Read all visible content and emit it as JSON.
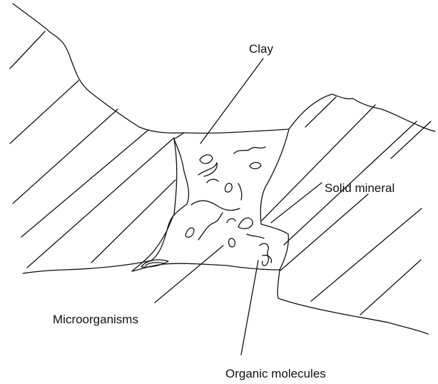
{
  "labels": {
    "clay": "Clay",
    "solid_mineral": "Solid mineral",
    "microorganisms": "Microorganisms",
    "organic_molecules": "Organic molecules"
  },
  "colors": {
    "stroke": "#111111",
    "background": "#ffffff"
  }
}
